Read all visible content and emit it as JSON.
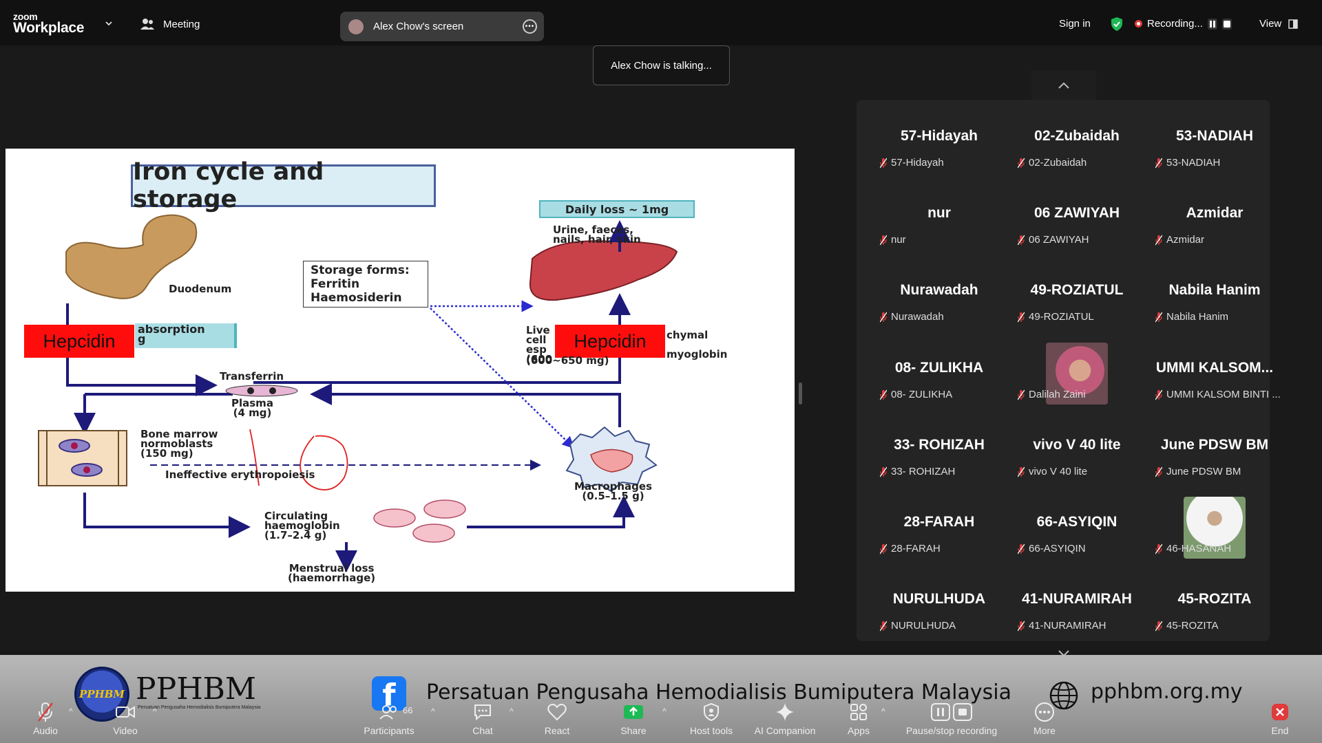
{
  "app": {
    "logo_small": "zoom",
    "logo_big": "Workplace",
    "meeting_label": "Meeting",
    "screen_share_label": "Alex Chow's screen",
    "sign_in": "Sign in",
    "recording_label": "Recording...",
    "view_label": "View",
    "talking_toast": "Alex Chow is talking..."
  },
  "slide": {
    "title": "Iron cycle and storage",
    "daily_loss": "Daily loss ~ 1mg",
    "daily_loss_detail": "Urine, faeces,\nnails, hair, skin",
    "duodenum": "Duodenum",
    "storage_forms": [
      "Storage forms:",
      "Ferritin",
      "Haemosiderin"
    ],
    "absorption": "absorption\ng",
    "hepcidin": "Hepcidin",
    "liver_left": "Live\ncell\nesp\n(600",
    "liver_right": "chymal\nmyoglobin",
    "liver_mg": "(600~650 mg)",
    "transferrin": "Transferrin",
    "plasma": "Plasma\n(4 mg)",
    "bone_marrow": "Bone marrow\nnormoblasts\n(150 mg)",
    "ineffective": "Ineffective erythropoiesis",
    "macrophages": "Macrophages\n(0.5–1.5 g)",
    "circulating": "Circulating\nhaemoglobin\n(1.7–2.4 g)",
    "menstrual": "Menstrual loss\n(haemorrhage)"
  },
  "participants": [
    {
      "name": "57-Hidayah",
      "label": "57-Hidayah"
    },
    {
      "name": "02-Zubaidah",
      "label": "02-Zubaidah"
    },
    {
      "name": "53-NADIAH",
      "label": "53-NADIAH"
    },
    {
      "name": "nur",
      "label": "nur"
    },
    {
      "name": "06 ZAWIYAH",
      "label": "06 ZAWIYAH"
    },
    {
      "name": "Azmidar",
      "label": "Azmidar"
    },
    {
      "name": "Nurawadah",
      "label": "Nurawadah"
    },
    {
      "name": "49-ROZIATUL",
      "label": "49-ROZIATUL"
    },
    {
      "name": "Nabila Hanim",
      "label": "Nabila Hanim"
    },
    {
      "name": "08- ZULIKHA",
      "label": "08- ZULIKHA"
    },
    {
      "name": "",
      "label": "Dalilah Zaini",
      "photo": "hijab"
    },
    {
      "name": "UMMI KALSOM...",
      "label": "UMMI KALSOM BINTI ..."
    },
    {
      "name": "33- ROHIZAH",
      "label": "33- ROHIZAH"
    },
    {
      "name": "vivo V 40 lite",
      "label": "vivo V 40 lite"
    },
    {
      "name": "June PDSW BM",
      "label": "June PDSW BM"
    },
    {
      "name": "28-FARAH",
      "label": "28-FARAH"
    },
    {
      "name": "66-ASYIQIN",
      "label": "66-ASYIQIN"
    },
    {
      "name": "",
      "label": "46-HASANAH",
      "photo": "bride"
    },
    {
      "name": "NURULHUDA",
      "label": "NURULHUDA"
    },
    {
      "name": "41-NURAMIRAH",
      "label": "41-NURAMIRAH"
    },
    {
      "name": "45-ROZITA",
      "label": "45-ROZITA"
    }
  ],
  "banner": {
    "logo_text": "PPHBM",
    "title": "PPHBM",
    "subtitle": "Persatuan Pengusaha Hemodialisis Bumiputera Malaysia",
    "organization": "Persatuan Pengusaha Hemodialisis Bumiputera Malaysia",
    "website": "pphbm.org.my"
  },
  "toolbar": {
    "audio": "Audio",
    "video": "Video",
    "participants": "Participants",
    "participants_count": "66",
    "chat": "Chat",
    "react": "React",
    "share": "Share",
    "host_tools": "Host tools",
    "ai_companion": "AI Companion",
    "apps": "Apps",
    "pause_stop": "Pause/stop recording",
    "more": "More",
    "end": "End"
  },
  "colors": {
    "accent_green": "#1db954",
    "recording_red": "#e03a3a",
    "hepcidin_red": "#ff0d0d",
    "arrow_navy": "#1d1a7a",
    "liver_red": "#c9424a"
  }
}
